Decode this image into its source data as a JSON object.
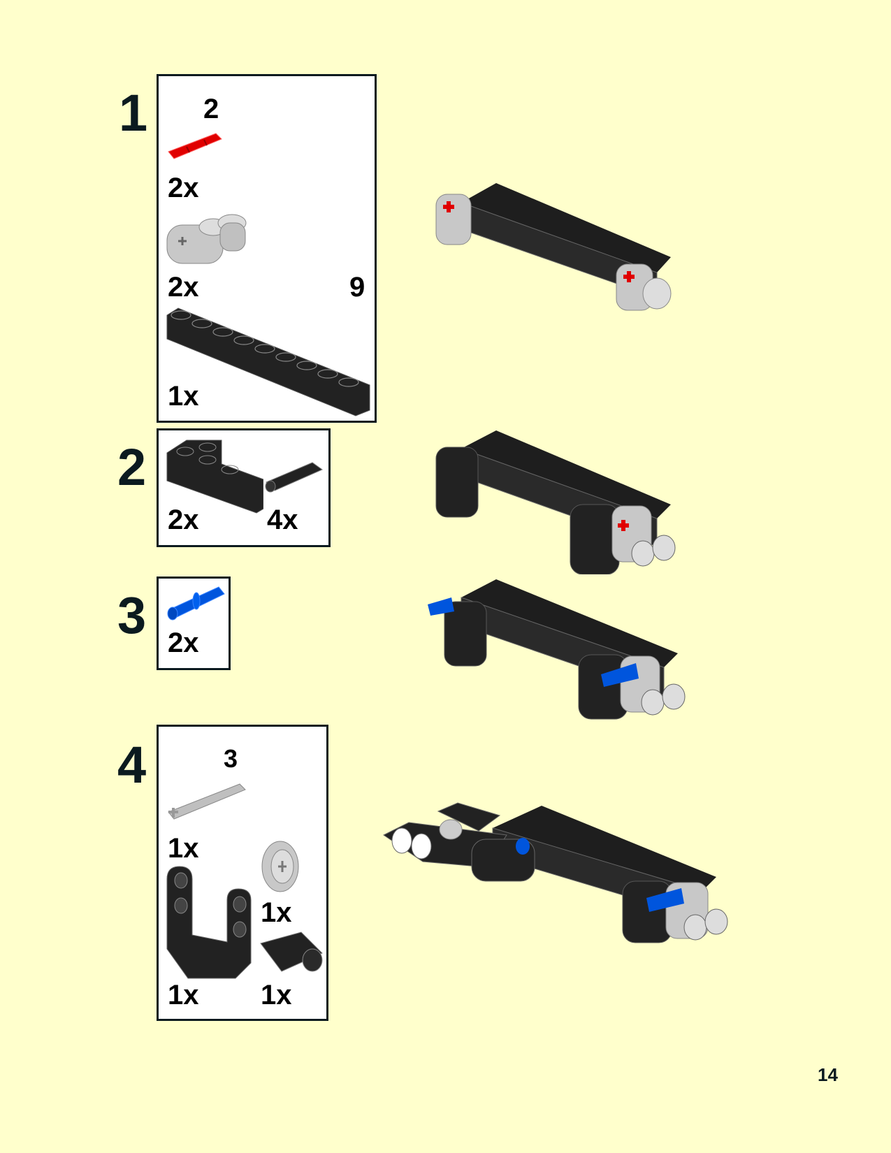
{
  "page": {
    "number": "14",
    "background": "#ffffcc"
  },
  "steps": [
    {
      "number": "1",
      "parts": [
        {
          "name": "axle-with-stop",
          "color": "#e00000",
          "length": "2",
          "qty": "2x"
        },
        {
          "name": "cross-block-2x1",
          "color": "#c8c8c8",
          "qty": "2x"
        },
        {
          "name": "beam-9",
          "color": "#222222",
          "length": "9",
          "qty": "1x"
        }
      ]
    },
    {
      "number": "2",
      "parts": [
        {
          "name": "l-beam-2x4",
          "color": "#222222",
          "qty": "2x"
        },
        {
          "name": "friction-pin",
          "color": "#222222",
          "qty": "4x"
        }
      ]
    },
    {
      "number": "3",
      "parts": [
        {
          "name": "axle-pin",
          "color": "#0055dd",
          "qty": "2x"
        }
      ]
    },
    {
      "number": "4",
      "parts": [
        {
          "name": "axle-3",
          "color": "#c0c0c0",
          "length": "3",
          "qty": "1x"
        },
        {
          "name": "clutch-gear",
          "color": "#c0c0c0",
          "qty": "1x"
        },
        {
          "name": "u-beam-frame",
          "color": "#222222",
          "qty": "1x"
        },
        {
          "name": "pin-connector",
          "color": "#222222",
          "qty": "1x"
        }
      ]
    }
  ]
}
